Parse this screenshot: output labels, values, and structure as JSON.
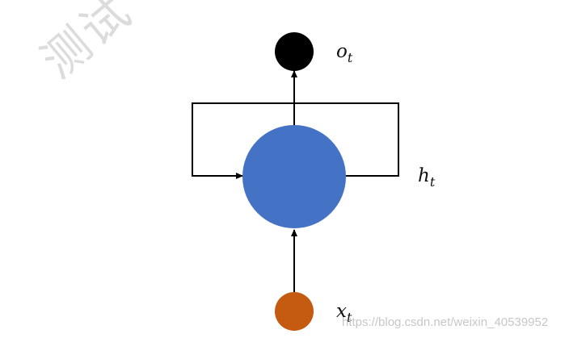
{
  "diagram": {
    "output_label": {
      "base": "o",
      "sub": "t"
    },
    "hidden_label": {
      "base": "h",
      "sub": "t"
    },
    "input_label": {
      "base": "x",
      "sub": "t"
    },
    "colors": {
      "output_node": "#000000",
      "hidden_node": "#4472C4",
      "input_node": "#C55A11",
      "edges": "#000000"
    }
  },
  "watermark": {
    "text": "测试",
    "url": "https://blog.csdn.net/weixin_40539952"
  }
}
